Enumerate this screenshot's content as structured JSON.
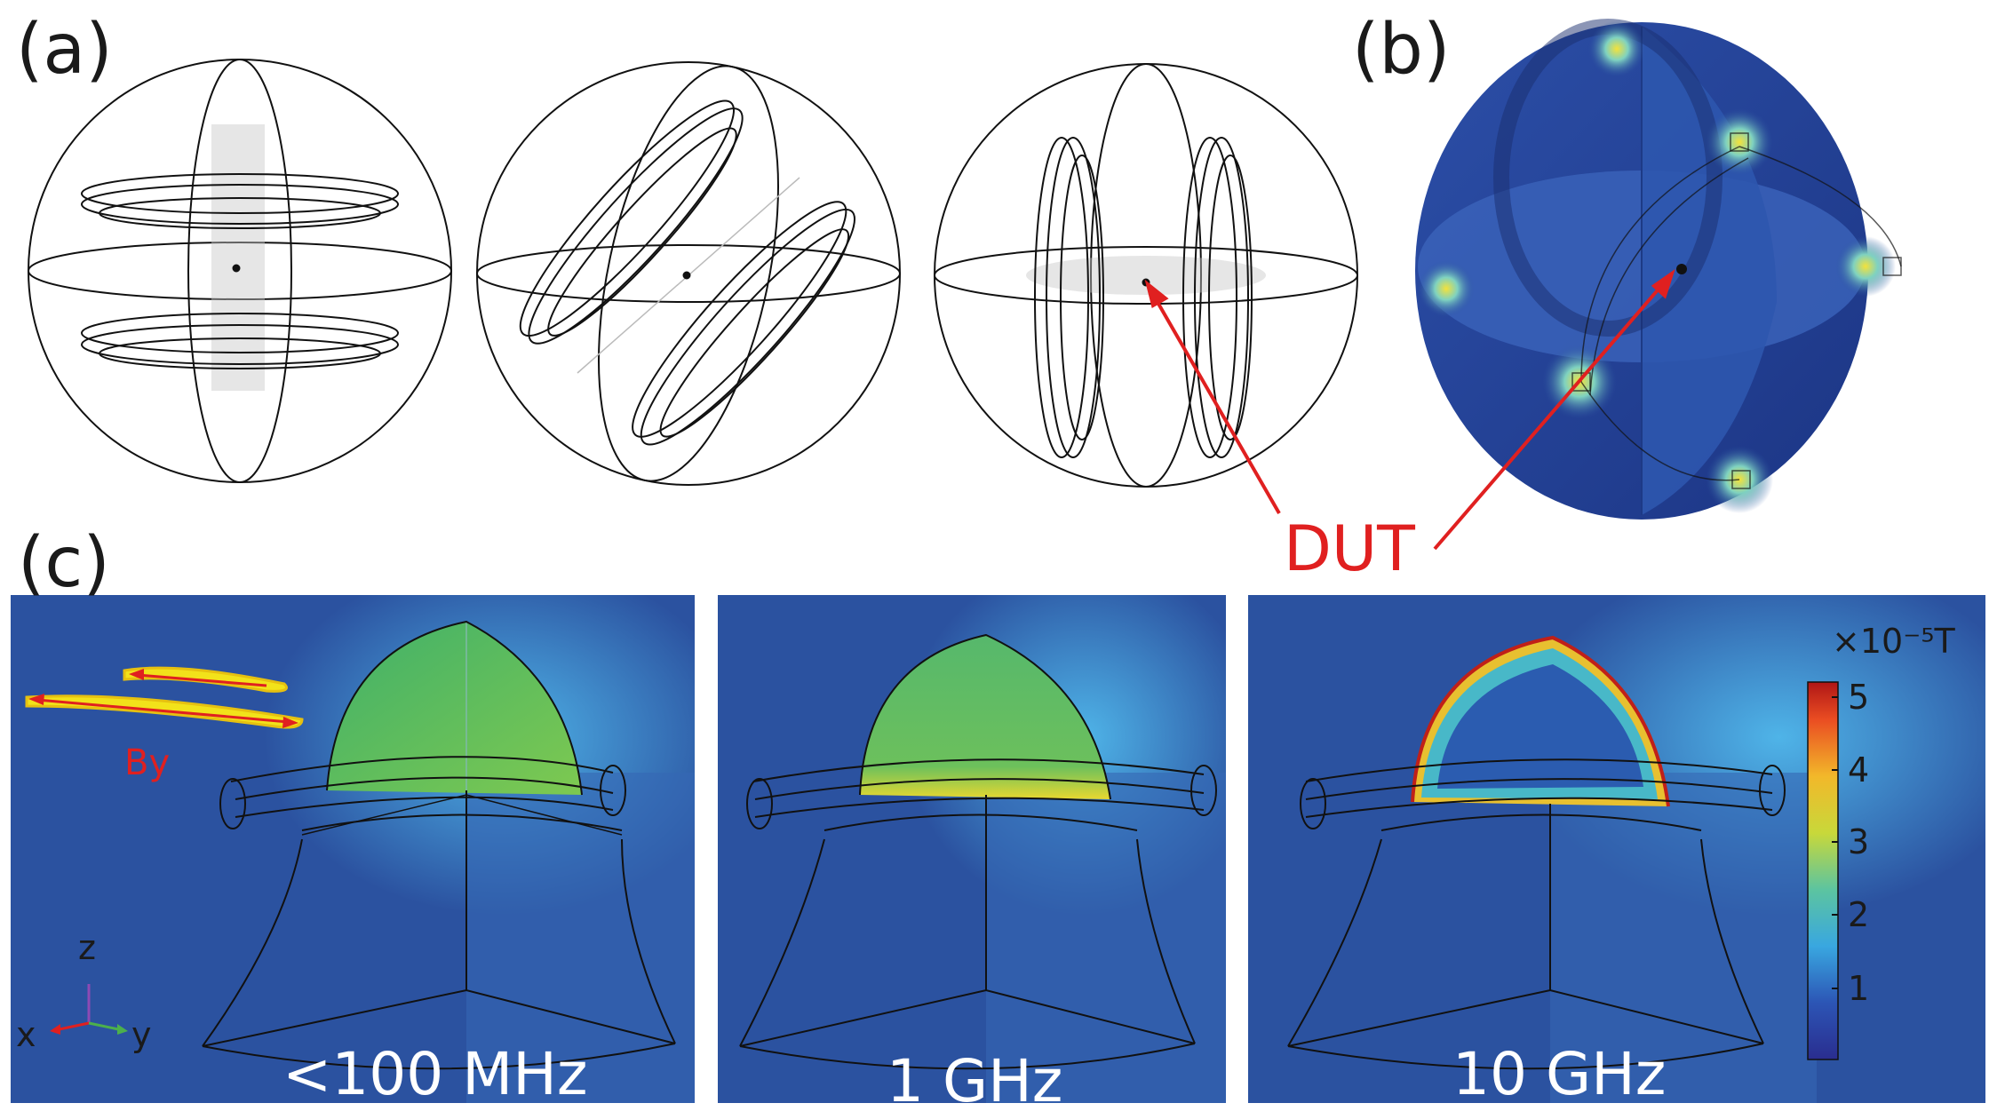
{
  "panels": {
    "a": {
      "label": "(a)"
    },
    "b": {
      "label": "(b)"
    },
    "c": {
      "label": "(c)"
    }
  },
  "annotations": {
    "dut": "DUT",
    "field": "By"
  },
  "axes": {
    "z": "z",
    "x": "x",
    "y": "y"
  },
  "frequencies": [
    "<100 MHz",
    "1 GHz",
    "10 GHz"
  ],
  "colorbar": {
    "unit": "×10⁻⁵T",
    "ticks": [
      "5",
      "4",
      "3",
      "2",
      "1"
    ]
  },
  "colors": {
    "background_field": "#2b52a0",
    "annotation_red": "#e02020",
    "outline": "#111111"
  }
}
